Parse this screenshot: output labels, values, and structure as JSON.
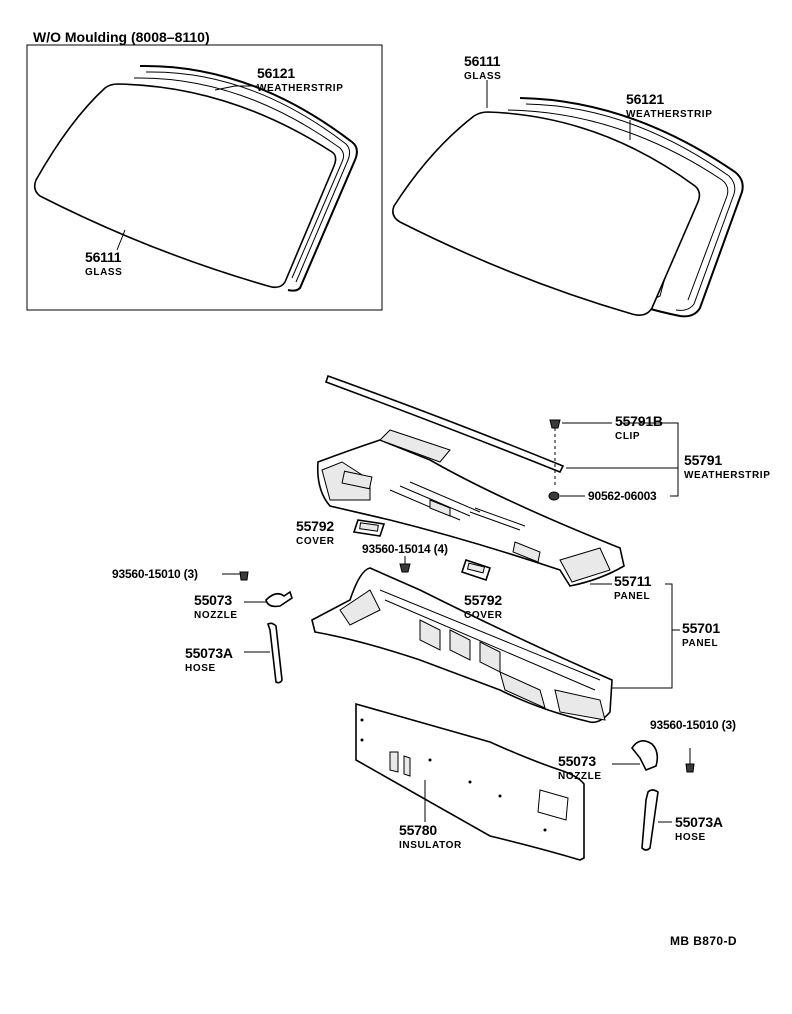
{
  "inset": {
    "title": "W/O  Moulding (8008–8110)"
  },
  "labels": {
    "inset_weatherstrip": {
      "number": "56121",
      "name": "WEATHERSTRIP"
    },
    "inset_glass": {
      "number": "56111",
      "name": "GLASS"
    },
    "main_glass": {
      "number": "56111",
      "name": "GLASS"
    },
    "main_weatherstrip": {
      "number": "56121",
      "name": "WEATHERSTRIP"
    },
    "clip": {
      "number": "55791B",
      "name": "CLIP"
    },
    "cowl_weatherstrip": {
      "number": "55791",
      "name": "WEATHERSTRIP"
    },
    "bolt_90562": {
      "number": "90562-06003"
    },
    "cover_left": {
      "number": "55792",
      "name": "COVER"
    },
    "screw_15014": {
      "number": "93560-15014 (4)"
    },
    "screw_15010_left": {
      "number": "93560-15010 (3)"
    },
    "nozzle_left": {
      "number": "55073",
      "name": "NOZZLE"
    },
    "cover_right": {
      "number": "55792",
      "name": "COVER"
    },
    "panel_55711": {
      "number": "55711",
      "name": "PANEL"
    },
    "panel_55701": {
      "number": "55701",
      "name": "PANEL"
    },
    "hose_left": {
      "number": "55073A",
      "name": "HOSE"
    },
    "screw_15010_right": {
      "number": "93560-15010 (3)"
    },
    "nozzle_right": {
      "number": "55073",
      "name": "NOZZLE"
    },
    "insulator": {
      "number": "55780",
      "name": "INSULATOR"
    },
    "hose_right": {
      "number": "55073A",
      "name": "HOSE"
    }
  },
  "footer": {
    "code": "MB  B870-D"
  }
}
